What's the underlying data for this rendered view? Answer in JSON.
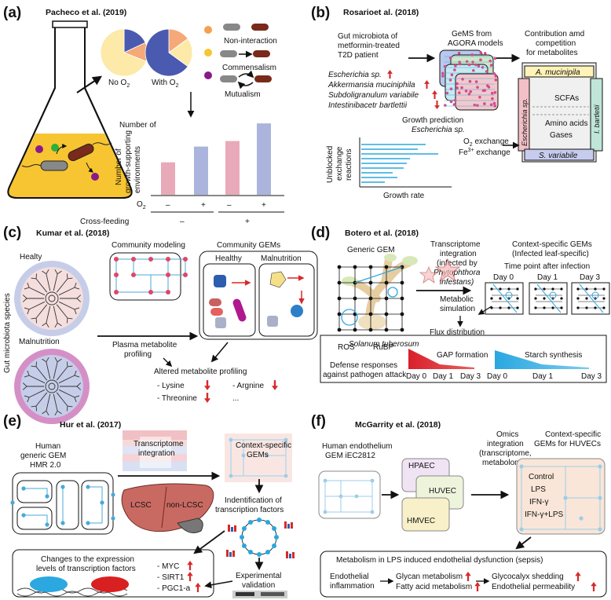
{
  "panel_a": {
    "label": "(a)",
    "author": "Pacheco et al. (2019)",
    "pie_no_o2": "No O",
    "pie_with_o2": "With O",
    "sub2": "2",
    "interactions": [
      "Non-interaction",
      "Commensalism",
      "Mutualism"
    ],
    "ylabel": [
      "Number of",
      "growth-supporting",
      "environments"
    ],
    "o2_label": "O",
    "signs": [
      "–",
      "+",
      "–",
      "+"
    ],
    "crossfeeding_label": "Cross-feeding",
    "crossfeeding_signs": [
      "–",
      "+"
    ],
    "bar_values": [
      0.35,
      0.52,
      0.58,
      0.77
    ],
    "colors": {
      "pink": "#e8aab8",
      "blue": "#aab4dc",
      "pie_dark": "#4a5ab0",
      "pie_orange": "#f5a878",
      "pie_yellow": "#fde9a8",
      "flask": "#f7c531"
    }
  },
  "panel_b": {
    "label": "(b)",
    "author": "Rosarioet al. (2018)",
    "intro": [
      "Gut microbiota of",
      "metformin-treated",
      "T2D patient"
    ],
    "species": [
      "Escherichia sp.",
      "Akkermansia muciniphila",
      "Subdoligranulum variabile",
      "Intestinibacetr bartlettii"
    ],
    "gems": [
      "GeMS from",
      "AGORA models"
    ],
    "contrib": [
      "Contribution amd",
      "competition",
      "for metabolites"
    ],
    "a_mucinipila": "A. mucinipila",
    "s_variabile": "S. variabile",
    "escherichia": "Escherichia sp.",
    "i_bartlettii": "I. bartletii",
    "scfas": "SCFAs",
    "amino": "Amino acids",
    "gases": "Gases",
    "growth_pred": "Growth prediction",
    "growth_sp": "Escherichia sp.",
    "o2_ex": "O",
    "o2_ex2": " exchange",
    "fe_ex": "Fe",
    "fe_sup": "3+",
    "fe_ex2": " exchange",
    "ylabel": [
      "Unblocked",
      "exchange",
      "reactions"
    ],
    "xlabel": "Growth rate"
  },
  "panel_c": {
    "label": "(c)",
    "author": "Kumar et al. (2018)",
    "healty": "Healty",
    "malnutrition": "Malnutrition",
    "side": "Gut microbiota species",
    "community_modeling": "Community modeling",
    "community_gems": "Community GEMs",
    "healthy": "Healthy",
    "malnutrition2": "Malnutrition",
    "plasma": [
      "Plasma metabolite",
      "profiling"
    ],
    "altered": "Altered metabolite profiling",
    "metabolites": [
      "- Lysine",
      "- Threonine",
      "- Argnine",
      "..."
    ]
  },
  "panel_d": {
    "label": "(d)",
    "author": "Botero et al. (2018)",
    "generic": "Generic GEM",
    "transcriptome": [
      "Transcriptome",
      "integration",
      "(infected by",
      "Phytophthora",
      "infestans)"
    ],
    "context": [
      "Context-specific GEMs",
      "(Infected leaf-specific)"
    ],
    "time_point": "Time point after infection",
    "days": [
      "Day 0",
      "Day 1",
      "Day 3"
    ],
    "metabolic": [
      "Metabolic",
      "simulation"
    ],
    "solanum": "Solanum tuberosum",
    "flux": "Flux distribution",
    "ros": "ROS",
    "rubp": "RuBP",
    "defense": [
      "Defense responses",
      "against pathogen attack"
    ],
    "gap": "GAP formation",
    "starch": "Starch synthesis"
  },
  "panel_e": {
    "label": "(e)",
    "author": "Hur et al. (2017)",
    "human": [
      "Human",
      "generic GEM",
      "HMR 2.0"
    ],
    "transcriptome": [
      "Transcriptome",
      "integration"
    ],
    "context": [
      "Context-specific",
      "GEMs"
    ],
    "lcsc": "LCSC",
    "nonlcsc": "non-LCSC",
    "identification": [
      "Indentification of",
      "transcription factors"
    ],
    "changes": [
      "Changes to the expression",
      "levels of transcription factors"
    ],
    "factors": [
      "- MYC",
      "- SIRT1",
      "- PGC1-a"
    ],
    "experimental": [
      "Experimental",
      "validation"
    ]
  },
  "panel_f": {
    "label": "(f)",
    "author": "McGarrity et al. (2018)",
    "human": [
      "Human endothelium",
      "GEM iEC2812"
    ],
    "cells": [
      "HPAEC",
      "HUVEC",
      "HMVEC"
    ],
    "omics": [
      "Omics",
      "integration",
      "(transcriptome,",
      "metabolome)"
    ],
    "context": [
      "Context-specific",
      "GEMs for HUVECs"
    ],
    "conditions": [
      "Control",
      "LPS",
      "IFN-γ",
      "IFN-γ+LPS"
    ],
    "metab_title": "Metabolism in LPS induced endothelial dysfunction (sepsis)",
    "endo": [
      "Endothelial",
      "inflammation"
    ],
    "glycan": "Glycan metabolism",
    "fatty": "Fatty acid metabolism",
    "glyco": "Glycocalyx shedding",
    "perm": "Endothelial permeability"
  }
}
